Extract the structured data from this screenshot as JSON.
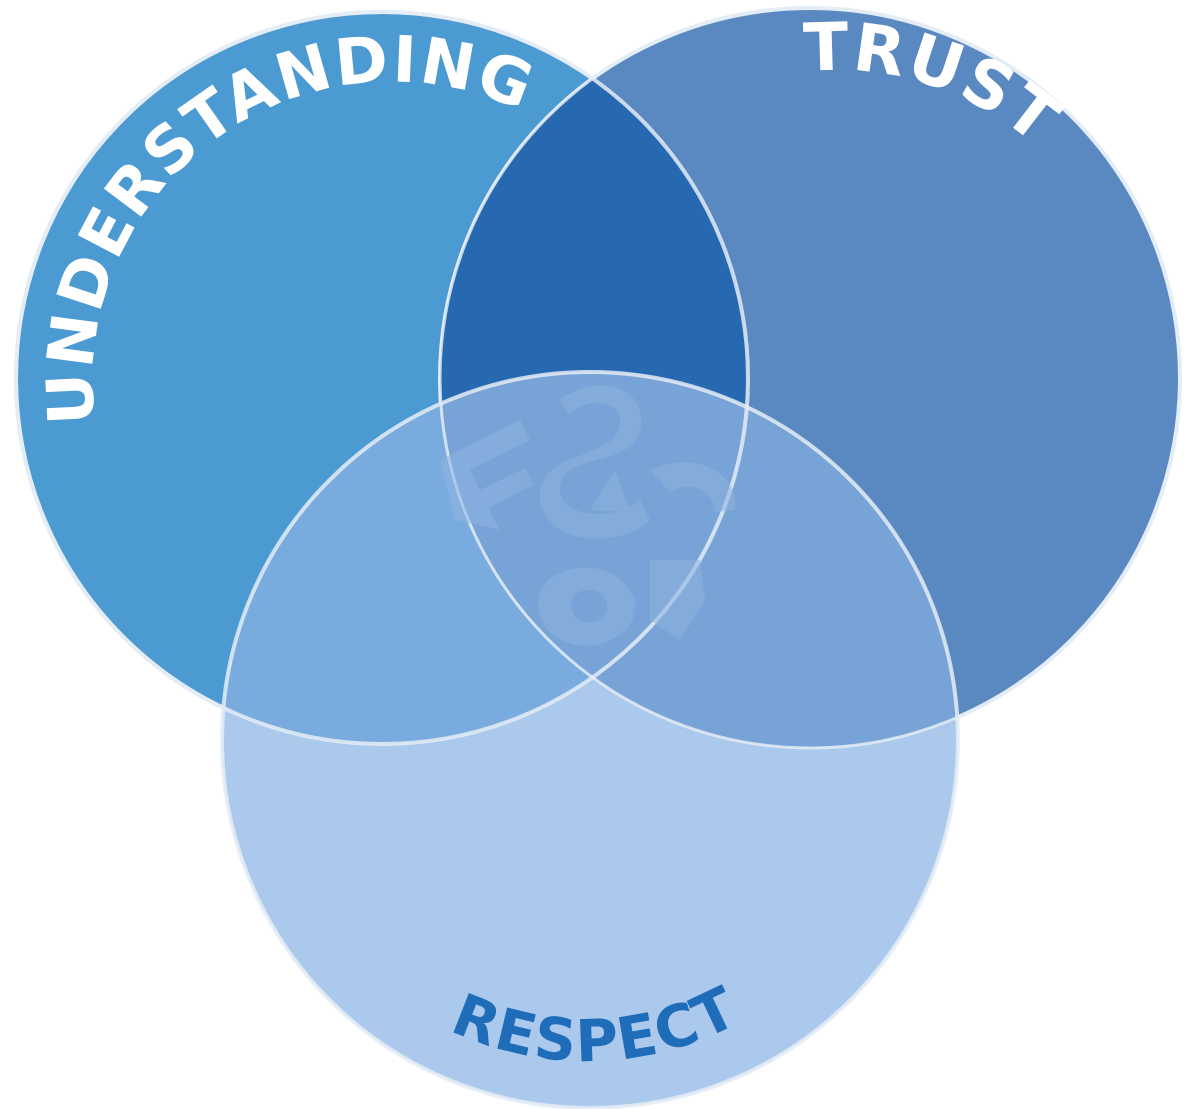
{
  "diagram": {
    "type": "venn",
    "circles": [
      {
        "id": "understanding",
        "label": "UNDERSTANDING",
        "color": "#4b9ad2",
        "label_color": "#ffffff"
      },
      {
        "id": "trust",
        "label": "TRUST",
        "color": "#5a89c1",
        "label_color": "#ffffff"
      },
      {
        "id": "respect",
        "label": "RESPECT",
        "color": "#abc9ec",
        "label_color": "#1f6db8"
      }
    ],
    "overlap_colors": {
      "understanding_trust": "#2769b1",
      "understanding_respect": "#79abdf",
      "trust_respect": "#77a3d7"
    },
    "outline_color": "#e4ecf5",
    "watermark_color": "#8fb4e0"
  }
}
